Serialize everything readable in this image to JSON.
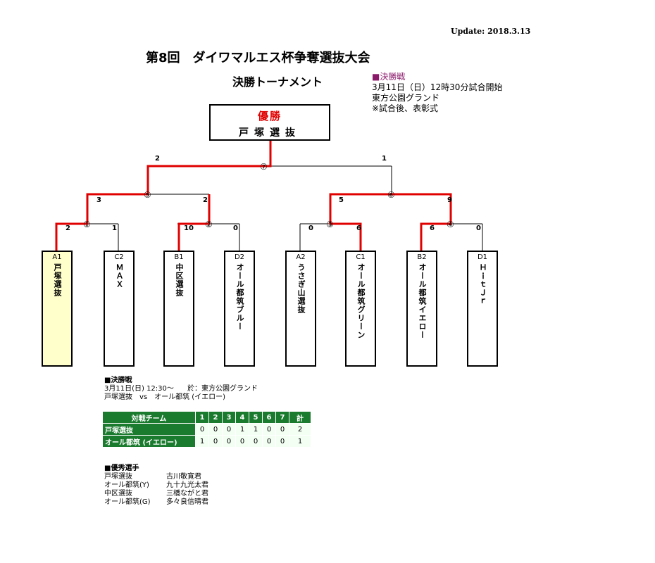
{
  "update": "Update: 2018.3.13",
  "title": "第8回　ダイワマルエス杯争奪選抜大会",
  "subtitle": "決勝トーナメント",
  "info": {
    "mark": "■",
    "header": "決勝戦",
    "line1": "3月11日（日）12時30分試合開始",
    "line2": "東方公園グランド",
    "line3": "※試合後、表彰式"
  },
  "champion": {
    "label": "優勝",
    "name": "戸塚選抜"
  },
  "matches": [
    "①",
    "②",
    "③",
    "④",
    "⑤",
    "⑥",
    "⑦"
  ],
  "scores": {
    "m1": [
      "2",
      "1"
    ],
    "m2": [
      "10",
      "0"
    ],
    "m3": [
      "0",
      "6"
    ],
    "m4": [
      "6",
      "0"
    ],
    "m5": [
      "3",
      "2"
    ],
    "m6": [
      "5",
      "9"
    ],
    "m7": [
      "2",
      "1"
    ]
  },
  "teams": [
    {
      "code": "A1",
      "name": "戸塚選抜"
    },
    {
      "code": "C2",
      "name": "ＭＡＸ"
    },
    {
      "code": "B1",
      "name": "中区選抜"
    },
    {
      "code": "D2",
      "name": "オール都筑ブルー"
    },
    {
      "code": "A2",
      "name": "うさぎ山選抜"
    },
    {
      "code": "C1",
      "name": "オール都筑グリーン"
    },
    {
      "code": "B2",
      "name": "オール都筑イエロー"
    },
    {
      "code": "D1",
      "name": "ＨｉｔＪｒ"
    }
  ],
  "final": {
    "header": "■決勝戦",
    "date": "3月11日(日)  12:30〜",
    "venue": "於：東方公園グランド",
    "matchup": "戸塚選抜　vs　オール都筑 (イエロー)"
  },
  "scoreboard": {
    "team_header": "対戦チーム",
    "innings": [
      "1",
      "2",
      "3",
      "4",
      "5",
      "6",
      "7"
    ],
    "total_header": "計",
    "rows": [
      {
        "team": "戸塚選抜",
        "runs": [
          "0",
          "0",
          "0",
          "1",
          "1",
          "0",
          "0"
        ],
        "total": "2"
      },
      {
        "team": "オール都筑 (イエロー)",
        "runs": [
          "1",
          "0",
          "0",
          "0",
          "0",
          "0",
          "0"
        ],
        "total": "1"
      }
    ]
  },
  "mvp": {
    "header": "■優秀選手",
    "rows": [
      {
        "team": "戸塚選抜",
        "player": "古川敬寛君"
      },
      {
        "team": "オール都筑(Y)",
        "player": "九十九光太君"
      },
      {
        "team": "中区選抜",
        "player": "三橋ながと君"
      },
      {
        "team": "オール都筑(G)",
        "player": "多々良信晴君"
      }
    ]
  },
  "colors": {
    "winner_line": "#e00000",
    "scoreboard_bg": "#1a7a2e",
    "champion_label": "#e00000",
    "winner_box": "#ffffcc"
  }
}
